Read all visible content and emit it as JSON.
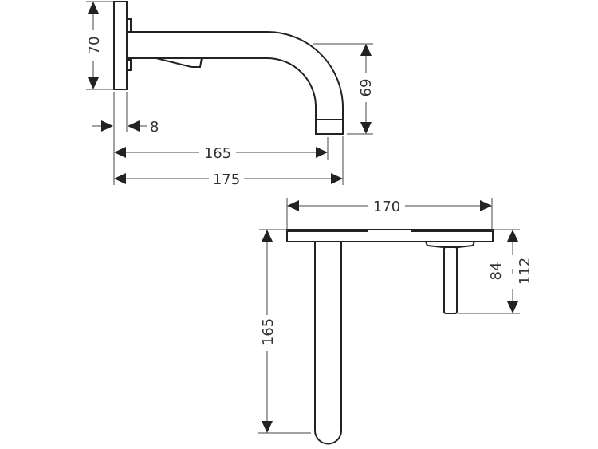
{
  "drawing": {
    "side_view": {
      "dimensions": {
        "plate_height": "70",
        "spout_drop": "69",
        "plate_thickness": "8",
        "spout_reach": "165",
        "overall_reach": "175"
      }
    },
    "top_view": {
      "dimensions": {
        "plate_width": "170",
        "spout_length": "165",
        "lever_length": "84",
        "lever_overall": "112"
      }
    }
  }
}
